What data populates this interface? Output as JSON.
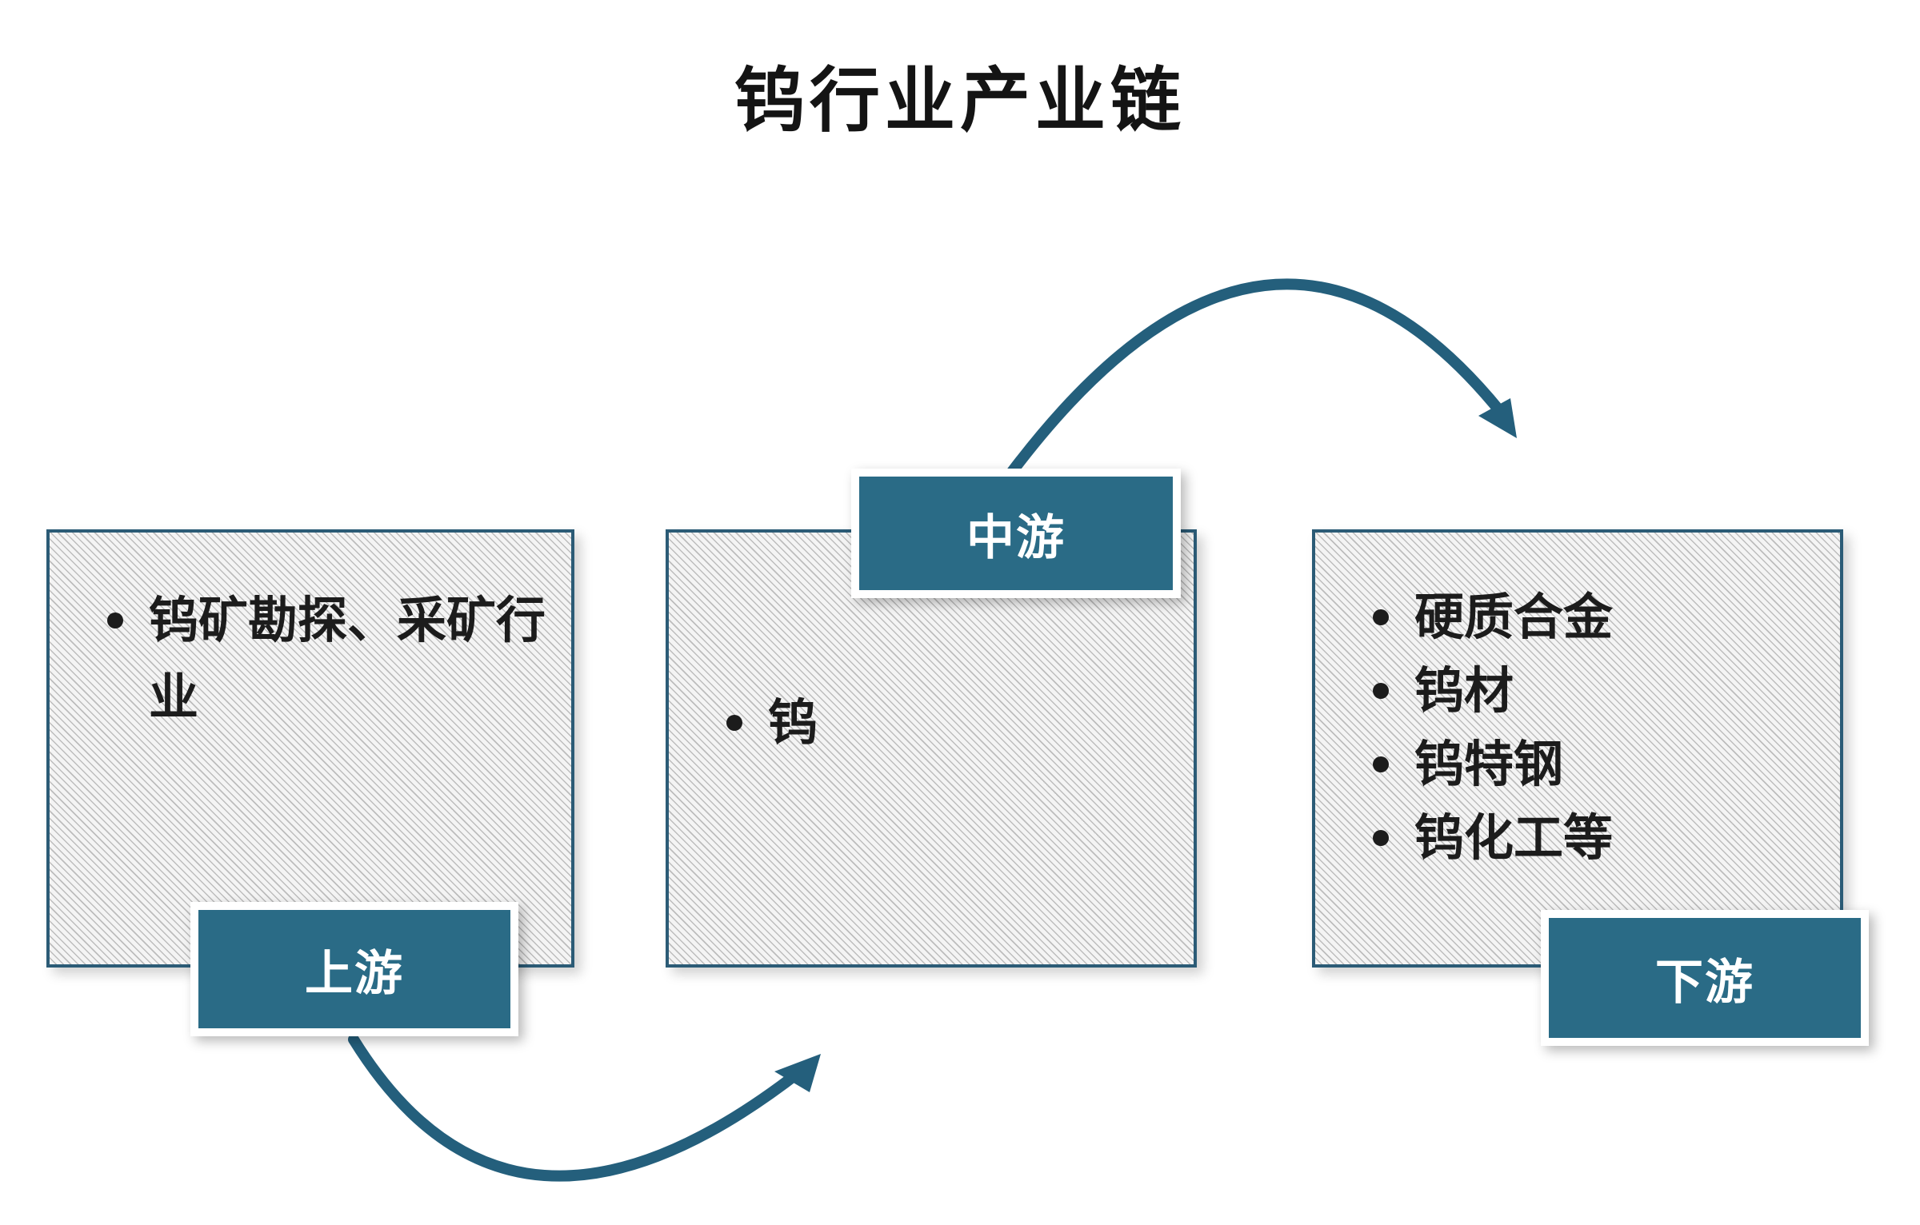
{
  "title": "钨行业产业链",
  "colors": {
    "accent": "#2a6b86",
    "arrow": "#245f7c",
    "border": "#2b5b76"
  },
  "upstream": {
    "tag": "上游",
    "items": [
      "钨矿勘探、采矿行业"
    ]
  },
  "midstream": {
    "tag": "中游",
    "items": [
      "钨"
    ]
  },
  "downstream": {
    "tag": "下游",
    "items": [
      "硬质合金",
      "钨材",
      "钨特钢",
      "钨化工等"
    ]
  }
}
